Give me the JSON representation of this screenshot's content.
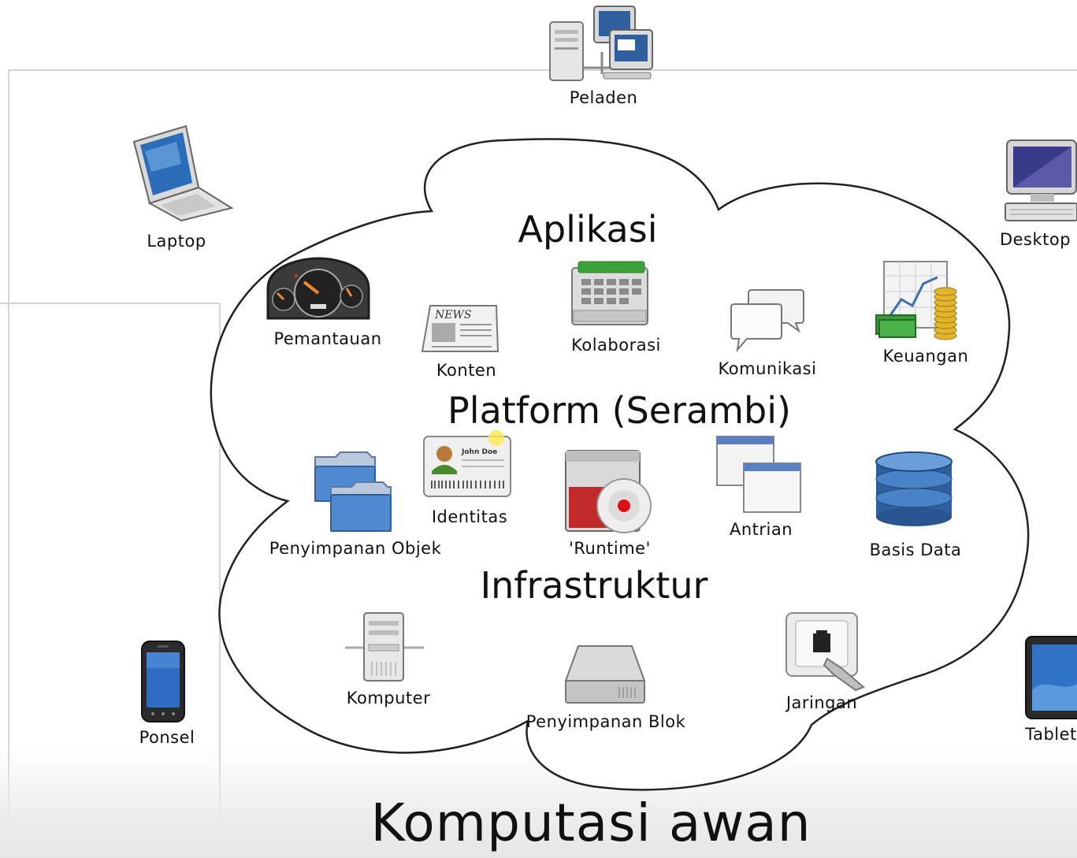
{
  "title": "Komputasi awan",
  "sections": {
    "applications": "Aplikasi",
    "platform": "Platform (Serambi)",
    "infrastructure": "Infrastruktur"
  },
  "devices": {
    "server": "Peladen",
    "laptop": "Laptop",
    "desktop": "Desktop",
    "phone": "Ponsel",
    "tablet": "Tablet"
  },
  "applications": {
    "monitoring": "Pemantauan",
    "content": "Konten",
    "collaboration": "Kolaborasi",
    "communication": "Komunikasi",
    "finance": "Keuangan"
  },
  "platform": {
    "object_storage": "Penyimpanan Objek",
    "identity": "Identitas",
    "runtime": "'Runtime'",
    "queue": "Antrian",
    "database": "Basis Data"
  },
  "infrastructure": {
    "compute": "Komputer",
    "block_storage": "Penyimpanan Blok",
    "network": "Jaringan"
  },
  "icons": {
    "server": "server-icon",
    "laptop": "laptop-icon",
    "desktop": "desktop-icon",
    "phone": "phone-icon",
    "tablet": "tablet-icon",
    "monitoring": "dashboard-gauge-icon",
    "content": "newspaper-icon",
    "collaboration": "calendar-icon",
    "communication": "speech-bubbles-icon",
    "finance": "chart-money-icon",
    "object_storage": "folders-icon",
    "identity": "id-card-icon",
    "runtime": "runtime-disc-icon",
    "queue": "windows-stack-icon",
    "database": "database-icon",
    "compute": "computer-tower-icon",
    "block_storage": "hard-drive-icon",
    "network": "network-port-icon"
  },
  "id_card_name": "John Doe",
  "news_masthead": "NEWS",
  "colors": {
    "cloud_stroke": "#222222",
    "frame": "#d4d4d4",
    "accent_blue": "#3c6fb0",
    "accent_green": "#3a9d3a"
  }
}
